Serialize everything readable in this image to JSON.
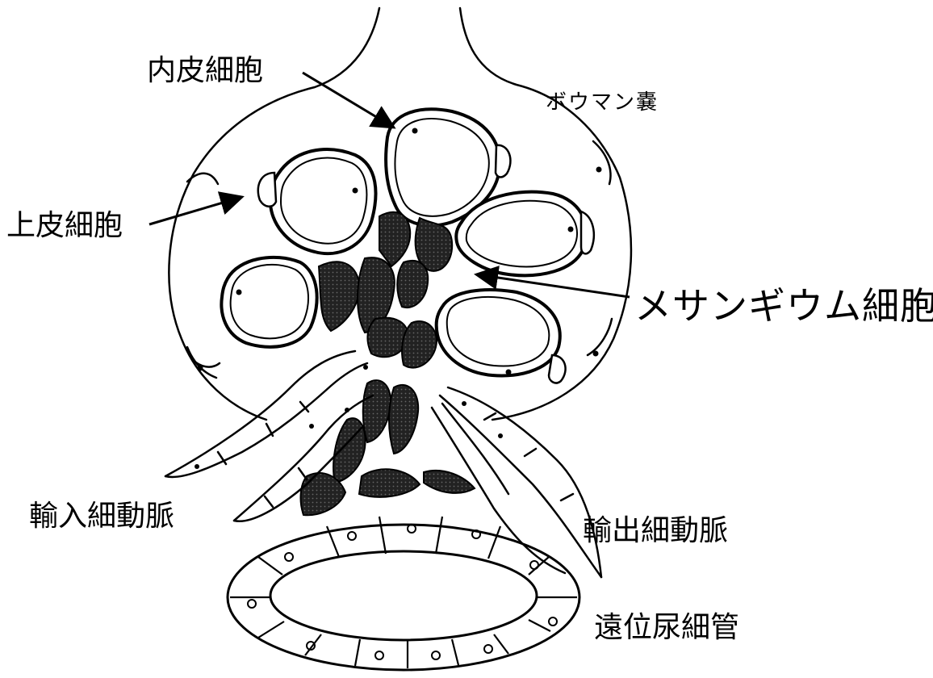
{
  "labels": {
    "endothelial": "内皮細胞",
    "bowman": "ボウマン嚢",
    "epithelial": "上皮細胞",
    "mesangial": "メサンギウム細胞",
    "afferent": "輸入細動脈",
    "efferent": "輸出細動脈",
    "distal": "遠位尿細管"
  },
  "colors": {
    "stroke": "#000000",
    "mesangium": "#1a1a1a",
    "background": "#ffffff"
  }
}
